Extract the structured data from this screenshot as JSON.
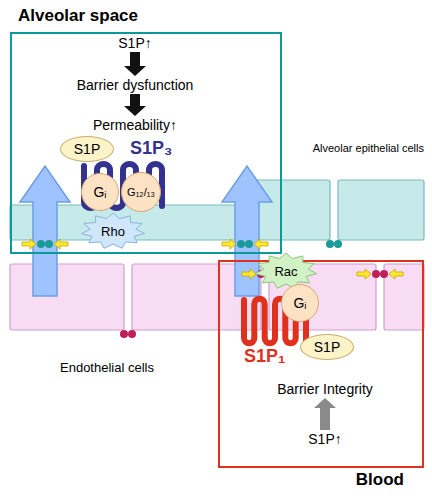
{
  "diagram": {
    "nodes": [
      {
        "text": [
          "Alveolar space"
        ]
      },
      {
        "text": [
          "S1P↑"
        ],
        "in": 0
      },
      {
        "text": [
          "Barrier dysfunction"
        ],
        "in": 0
      },
      {
        "text": [
          "Permeability↑"
        ],
        "in": 0
      },
      {
        "text": [
          "S1P"
        ],
        "in": 0
      },
      {
        "text": [
          "S1P₃"
        ],
        "in": 0
      },
      {
        "text": [
          "Gᵢ"
        ],
        "in": 0
      },
      {
        "text": [
          "G₁₂/₁₃"
        ],
        "in": 0
      },
      {
        "text": [
          "Rho"
        ],
        "in": 0
      },
      {
        "text": [
          "Alveolar epithelial cells"
        ]
      },
      {
        "text": [
          "Endothelial cells"
        ]
      },
      {
        "text": [
          "Blood"
        ]
      },
      {
        "text": [
          "Rac"
        ],
        "in": 11
      },
      {
        "text": [
          "Gᵢ"
        ],
        "in": 11
      },
      {
        "text": [
          "S1P₁"
        ],
        "in": 11
      },
      {
        "text": [
          "S1P"
        ],
        "in": 11
      },
      {
        "text": [
          "Barrier Integrity"
        ],
        "in": 11
      },
      {
        "text": [
          "S1P↑"
        ],
        "in": 11
      }
    ],
    "edges": [
      {
        "from": 1,
        "to": 2,
        "arrow": "to"
      },
      {
        "from": 2,
        "to": 3,
        "arrow": "to"
      },
      {
        "from": 17,
        "to": 16,
        "arrow": "to"
      }
    ]
  }
}
